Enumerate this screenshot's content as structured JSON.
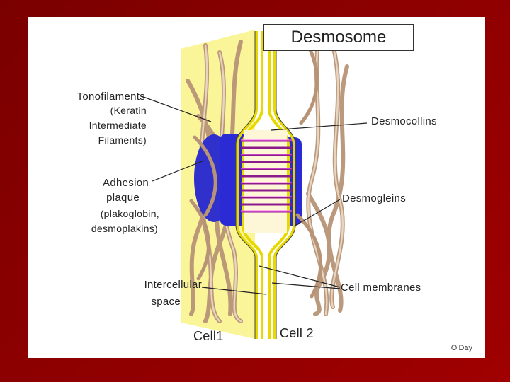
{
  "diagram": {
    "title": "Desmosome",
    "labels": {
      "tonofilaments": "Tonofilaments",
      "keratin": "(Keratin",
      "intermediate": "Intermediate",
      "filaments": "Filaments)",
      "adhesion": "Adhesion",
      "plaque": "plaque",
      "plakoglobin": "(plakoglobin,",
      "desmoplakins": "desmoplakins)",
      "intercellular": "Intercellular",
      "space": "space",
      "cell1": "Cell1",
      "cell2": "Cell 2",
      "desmocollins": "Desmocollins",
      "desmogleins": "Desmogleins",
      "cell_membranes": "Cell membranes",
      "credit": "O'Day"
    },
    "colors": {
      "background": "#8b0000",
      "membrane": "#f5ef3a",
      "plaque": "#2b2bd6",
      "linker": "#8b1a8b",
      "filament": "#c9a88a",
      "panel": "#fbf59a"
    }
  }
}
